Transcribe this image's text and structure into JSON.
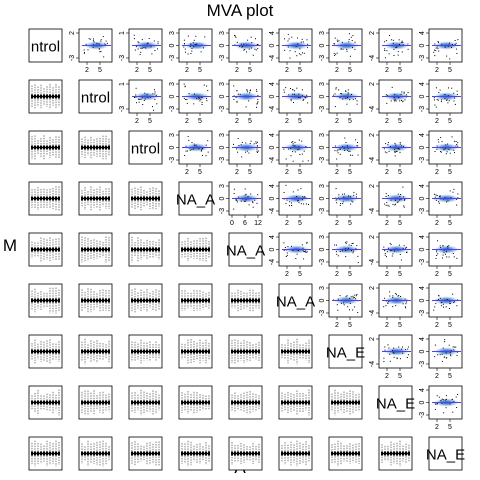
{
  "chart_data": {
    "type": "scatter",
    "title": "MVA plot",
    "xlabel": "A",
    "ylabel": "M",
    "panel_labels": [
      "ntrol",
      "ntrol",
      "ntrol",
      "NA_A",
      "NA_A",
      "NA_A",
      "NA_E",
      "NA_E",
      "NA_E"
    ],
    "upper_panel_xticks": [
      "2",
      "5"
    ],
    "special_xticks": [
      "0",
      "6",
      "12"
    ],
    "upper_panel_yticks": [
      [
        "0"
      ],
      [
        "-3",
        "2"
      ],
      [
        "-3",
        "1"
      ],
      [
        "-3",
        "0",
        "3"
      ],
      [
        "-3",
        "0",
        "3"
      ],
      [
        "-4",
        "0",
        "4"
      ],
      [
        "-3",
        "0",
        "3"
      ],
      [
        "-4",
        "2"
      ],
      [
        "-3",
        "0",
        "4"
      ]
    ],
    "lower_panels": "boxplots of M by A",
    "colors": {
      "density": "#2a5fc4",
      "loess": "#4a44ee",
      "points": "#000000"
    }
  }
}
